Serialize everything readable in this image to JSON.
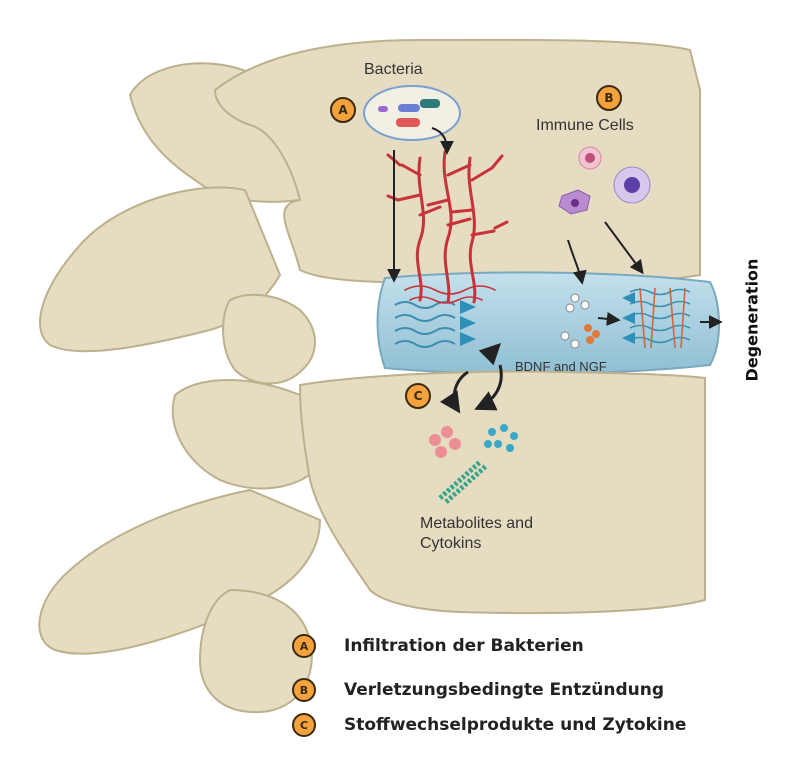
{
  "labels": {
    "bacteria": "Bacteria",
    "immune_cells": "Immune Cells",
    "bdnf_ngf": "BDNF and NGF",
    "metabolites_line1": "Metabolites and",
    "metabolites_line2": "Cytokins",
    "degeneration": "Degeneration"
  },
  "badges": {
    "a": "A",
    "b": "B",
    "c": "C"
  },
  "legend": [
    {
      "letter": "A",
      "text": "Infiltration der Bakterien"
    },
    {
      "letter": "B",
      "text": "Verletzungsbedingte Entzündung"
    },
    {
      "letter": "C",
      "text": "Stoffwechselprodukte und Zytokine"
    }
  ],
  "colors": {
    "bone": "#e5dcc2",
    "bone_outline": "#bdb08c",
    "disc": "#a9cfe0",
    "vessel": "#c8323a",
    "badge": "#f5a13c",
    "arrow": "#222222"
  }
}
